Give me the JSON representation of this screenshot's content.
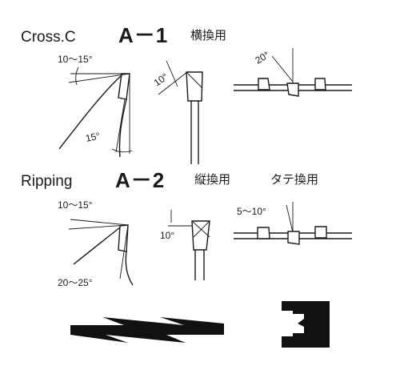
{
  "colors": {
    "ink": "#1a1a1a",
    "background": "#ffffff"
  },
  "section_a1": {
    "mode": "Cross.C",
    "code": "A－1",
    "jp_label": "横換用",
    "angles": {
      "top_bevel": "10～15°",
      "face": "10°",
      "side": "15°",
      "alternate": "20°"
    }
  },
  "section_a2": {
    "mode": "Ripping",
    "code": "A－2",
    "jp_label_1": "縦換用",
    "jp_label_2": "タテ換用",
    "angles": {
      "top_bevel": "10～15°",
      "face": "10°",
      "hook": "20～25°",
      "alternate": "5～10°"
    }
  },
  "bottom": {
    "kerf_icon": "kerf-bolt-icon",
    "tooth_icon": "tooth-profile-icon"
  }
}
